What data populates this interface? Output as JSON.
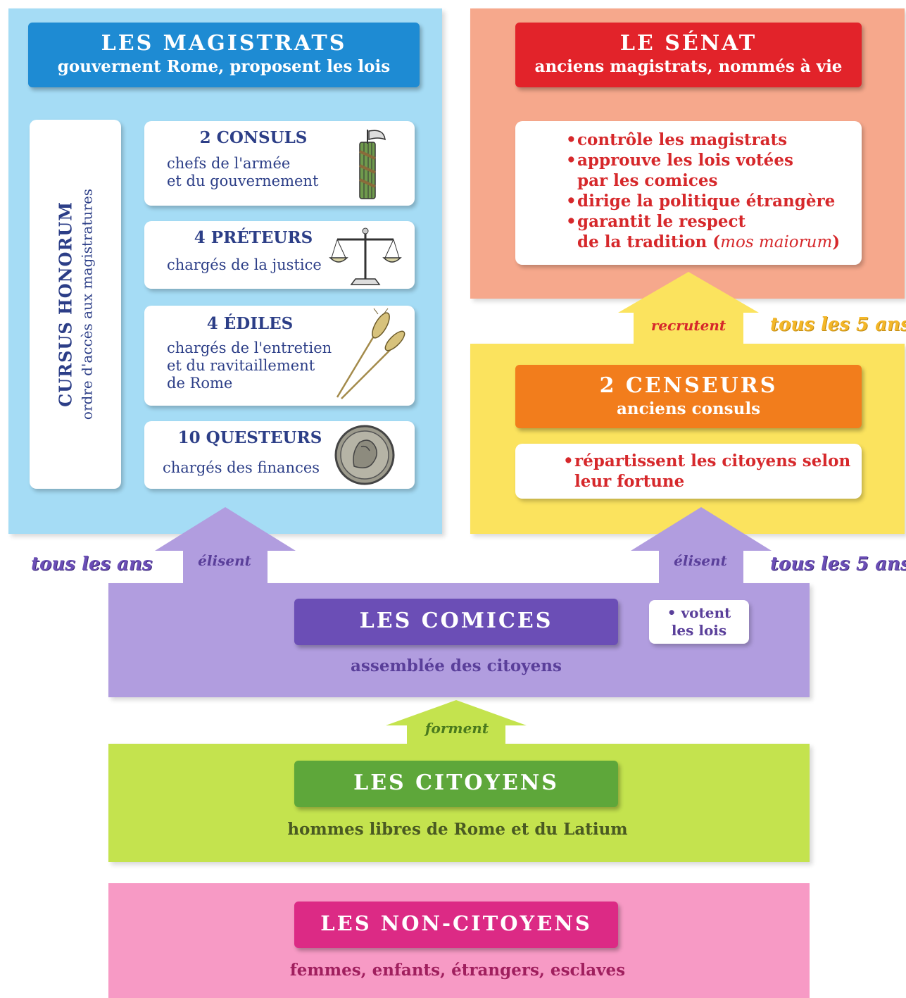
{
  "magistrats": {
    "title": "LES MAGISTRATS",
    "subtitle": "gouvernent Rome, proposent les lois",
    "cursus_title": "CURSUS HONORUM",
    "cursus_subtitle": "ordre d'accès aux magistratures",
    "items": [
      {
        "title": "2 CONSULS",
        "desc1": "chefs de l'armée",
        "desc2": "et du gouvernement",
        "desc3": "",
        "icon": "fasces-icon"
      },
      {
        "title": "4 PRÉTEURS",
        "desc1": "chargés de la justice",
        "desc2": "",
        "desc3": "",
        "icon": "scales-icon"
      },
      {
        "title": "4 ÉDILES",
        "desc1": "chargés de l'entretien",
        "desc2": "et du ravitaillement",
        "desc3": "de Rome",
        "icon": "wheat-icon"
      },
      {
        "title": "10 QUESTEURS",
        "desc1": "chargés des finances",
        "desc2": "",
        "desc3": "",
        "icon": "coin-icon"
      }
    ]
  },
  "senat": {
    "title": "LE SÉNAT",
    "subtitle": "anciens magistrats, nommés à vie",
    "duties": [
      "contrôle les magistrats",
      "approuve les lois votées",
      "par les comices",
      "dirige la politique étrangère",
      "garantit le respect",
      "de la tradition (",
      "mos maiorum",
      ")"
    ]
  },
  "censeurs": {
    "title": "2 CENSEURS",
    "subtitle": "anciens consuls",
    "duty_line1": "répartissent les citoyens selon",
    "duty_line2": "leur fortune"
  },
  "comices": {
    "title": "LES COMICES",
    "subtitle": "assemblée des citoyens",
    "vote_line1": "votent",
    "vote_line2": "les lois"
  },
  "citoyens": {
    "title": "LES CITOYENS",
    "subtitle": "hommes libres de Rome et du Latium"
  },
  "non_citoyens": {
    "title": "LES NON-CITOYENS",
    "subtitle": "femmes, enfants, étrangers, esclaves"
  },
  "arrows": {
    "recrutent": "recrutent",
    "elisent_left": "élisent",
    "elisent_right": "élisent",
    "forment": "forment"
  },
  "frequencies": {
    "senat": "tous les 5 ans",
    "magistrats": "tous les ans",
    "censeurs": "tous les 5 ans"
  },
  "colors": {
    "magistrats_panel": "#a5dcf5",
    "magistrats_ribbon": "#1e8bd3",
    "senat_panel": "#f6a88c",
    "senat_ribbon": "#e2232a",
    "censeurs_panel": "#fbe35e",
    "censeurs_ribbon": "#f27d1c",
    "comices_panel": "#b19ddf",
    "comices_ribbon": "#6b4eb6",
    "citoyens_panel": "#c4e34e",
    "citoyens_ribbon": "#5ea73a",
    "non_citoyens_panel": "#f79ac5",
    "non_citoyens_ribbon": "#dc2a85"
  }
}
